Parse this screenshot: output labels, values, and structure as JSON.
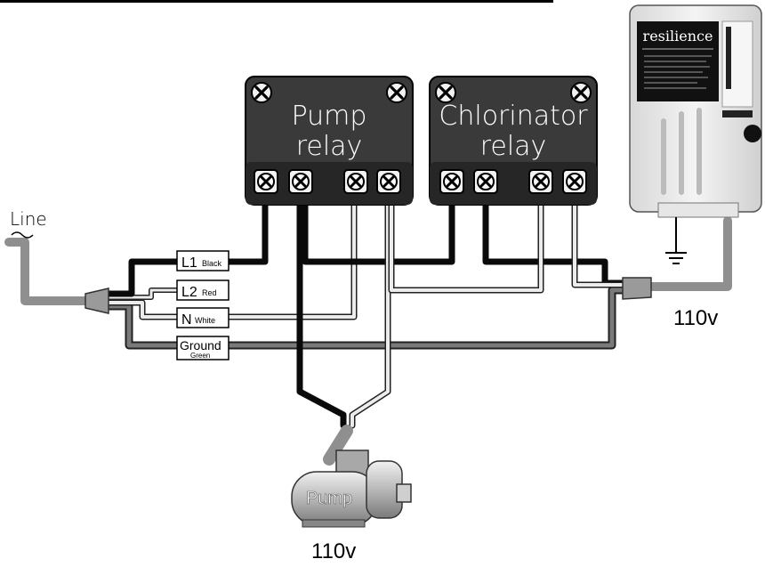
{
  "relays": {
    "pump": {
      "line1": "Pump",
      "line2": "relay"
    },
    "chlorinator": {
      "line1": "Chlorinator",
      "line2": "relay"
    }
  },
  "line_label": "Line",
  "terminals": {
    "l1": {
      "main": "L1",
      "sub": "Black"
    },
    "l2": {
      "main": "L2",
      "sub": "Red"
    },
    "n": {
      "main": "N",
      "sub": "White"
    },
    "ground": {
      "main": "Ground",
      "sub": "Green"
    }
  },
  "pump_label": "Pump",
  "voltage_pump": "110v",
  "voltage_chlorinator": "110v",
  "chlorinator_brand": "resilience",
  "colors": {
    "relay_body": "#3a3a3a",
    "relay_terminal_strip": "#262626",
    "black_wire": "#0a0a0a",
    "white_wire": "#e8e8e8",
    "green_wire": "#555555",
    "cable_gray": "#8f8f8f",
    "unit_body": "#efefef"
  }
}
